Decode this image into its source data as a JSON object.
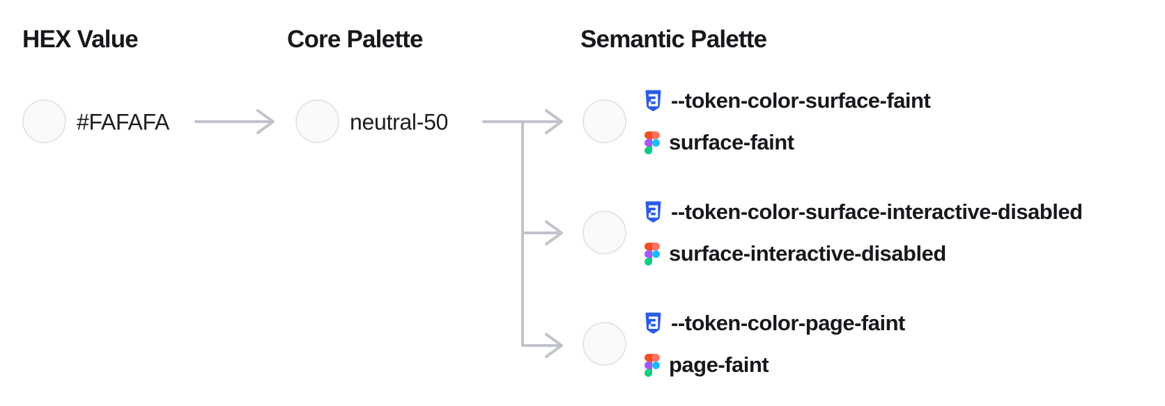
{
  "diagram": {
    "columns": {
      "hex": {
        "title": "HEX Value",
        "swatch_hex": "#FAFAFA",
        "label": "#FAFAFA"
      },
      "core": {
        "title": "Core Palette",
        "swatch_hex": "#FAFAFA",
        "label": "neutral-50"
      },
      "semantic": {
        "title": "Semantic Palette",
        "entries": [
          {
            "swatch_hex": "#FAFAFA",
            "css_token": "--token-color-surface-faint",
            "figma_name": "surface-faint"
          },
          {
            "swatch_hex": "#FAFAFA",
            "css_token": "--token-color-surface-interactive-disabled",
            "figma_name": "surface-interactive-disabled"
          },
          {
            "swatch_hex": "#FAFAFA",
            "css_token": "--token-color-page-faint",
            "figma_name": "page-faint"
          }
        ]
      }
    },
    "flow": "HEX Value -> Core Palette -> Semantic Palette (1-to-3 fan-out)",
    "icons": {
      "css": "css3-shield-icon",
      "figma": "figma-logo-icon"
    },
    "colors": {
      "swatch_fill": "#FAFAFA",
      "swatch_border": "#E4E5E9",
      "connector": "#C0C3CB",
      "heading_text": "#17181C",
      "body_text": "#1B1D21",
      "css_icon_blue": "#2A5CE5",
      "figma_red": "#F24E1E",
      "figma_salmon": "#FF7262",
      "figma_purple": "#A259FF",
      "figma_blue": "#1ABCFE",
      "figma_green": "#0ACF83"
    }
  }
}
